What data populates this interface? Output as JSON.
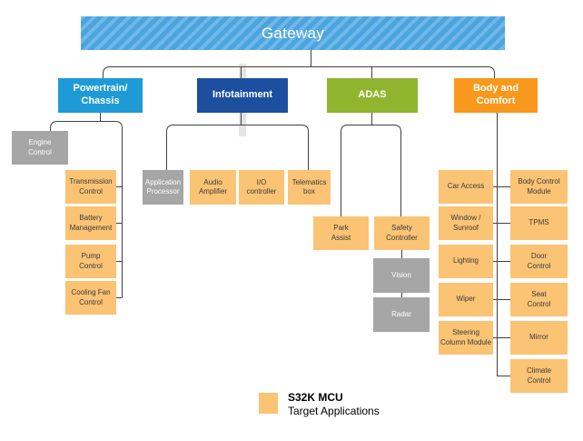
{
  "diagram": {
    "gateway": {
      "label": "Gateway"
    },
    "powertrain": {
      "label": "Powertrain/\nChassis",
      "engine_control": "Engine\nControl",
      "transmission_control": "Transmission\nControl",
      "battery_management": "Battery\nManagement",
      "pump_control": "Pump\nControl",
      "cooling_fan_control": "Cooling Fan\nControl"
    },
    "infotainment": {
      "label": "Infotainment",
      "application_processor": "Application\nProcessor",
      "audio_amplifier": "Audio\nAmplifier",
      "io_controller": "I/O\ncontroller",
      "telematics_box": "Telematics\nbox"
    },
    "adas": {
      "label": "ADAS",
      "park_assist": "Park\nAssist",
      "safety_controller": "Safety\nController",
      "vision": "Vision",
      "radar": "Radar"
    },
    "body_comfort": {
      "label": "Body and\nComfort",
      "car_access": "Car Access",
      "window_sunroof": "Window /\nSunroof",
      "lighting": "Lighting",
      "wiper": "Wiper",
      "steering_column_module": "Steering\nColumn Module",
      "body_control_module": "Body Control\nModule",
      "tpms": "TPMS",
      "door_control": "Door\nControl",
      "seat_control": "Seat\nControl",
      "mirror": "Mirror",
      "climate_control": "Climate\nControl"
    }
  },
  "legend": {
    "title": "S32K MCU",
    "subtitle": "Target Applications"
  },
  "colors": {
    "gateway_base": "#4AA4DE",
    "gateway_stripe": "#6FB8E8",
    "powertrain": "#1E9BD7",
    "infotainment": "#1C4F9E",
    "adas": "#90B52F",
    "body_comfort": "#F8981D",
    "target_application": "#FBC374",
    "non_target_gray": "#A6A6A6",
    "connector_line": "#404040"
  }
}
